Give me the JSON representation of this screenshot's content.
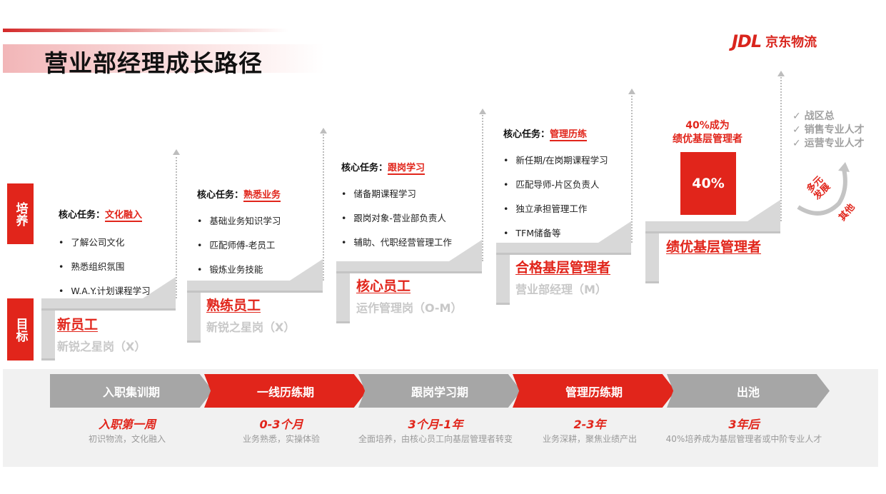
{
  "header": {
    "title": "营业部经理成长路径",
    "logo_mark": "JDL",
    "logo_text": "京东物流"
  },
  "side_labels": {
    "cultivate": "培养",
    "goal": "目标"
  },
  "stages": [
    {
      "task_prefix": "核心任务：",
      "task": "文化融入",
      "items": [
        "了解公司文化",
        "熟悉组织氛围",
        "W.A.Y.计划课程学习"
      ],
      "goal": "新员工",
      "position": "新锐之星岗（X）"
    },
    {
      "task_prefix": "核心任务：",
      "task": "熟悉业务",
      "items": [
        "基础业务知识学习",
        "匹配师傅-老员工",
        "锻炼业务技能"
      ],
      "goal": "熟练员工",
      "position": "新锐之星岗（X）"
    },
    {
      "task_prefix": "核心任务：",
      "task": "跟岗学习",
      "items": [
        "储备期课程学习",
        "跟岗对象-营业部负责人",
        "辅助、代职经营管理工作"
      ],
      "goal": "核心员工",
      "position": "运作管理岗（O-M）"
    },
    {
      "task_prefix": "核心任务：",
      "task": "管理历练",
      "items": [
        "新任期/在岗期课程学习",
        "匹配导师-片区负责人",
        "独立承担管理工作",
        "TFM储备等"
      ],
      "goal": "合格基层管理者",
      "position": "营业部经理（M）"
    },
    {
      "headline_1": "40%成为",
      "headline_2": "绩优基层管理者",
      "percent_box": "40%",
      "percent": 40,
      "goal": "绩优基层管理者"
    }
  ],
  "outcomes": {
    "items": [
      "战区总",
      "销售专业人才",
      "运营专业人才"
    ],
    "arc_label_1": "多元",
    "arc_label_2": "发展",
    "arc_label_3": "其他"
  },
  "timeline": [
    {
      "phase": "入职集训期",
      "period": "入职第一周",
      "desc": "初识物流，文化融入",
      "color": "#a6a6a6"
    },
    {
      "phase": "一线历练期",
      "period": "0-3个月",
      "desc": "业务熟悉，实操体验",
      "color": "#e1251b"
    },
    {
      "phase": "跟岗学习期",
      "period": "3个月-1年",
      "desc": "全面培养，由核心员工向基层管理者转变",
      "color": "#a6a6a6"
    },
    {
      "phase": "管理历练期",
      "period": "2-3年",
      "desc": "业务深耕，聚焦业绩产出",
      "color": "#e1251b"
    },
    {
      "phase": "出池",
      "period": "3年后",
      "desc": "40%培养成为基层管理者或中阶专业人才",
      "color": "#a6a6a6"
    }
  ],
  "colors": {
    "accent": "#e1251b",
    "gray": "#a6a6a6"
  }
}
